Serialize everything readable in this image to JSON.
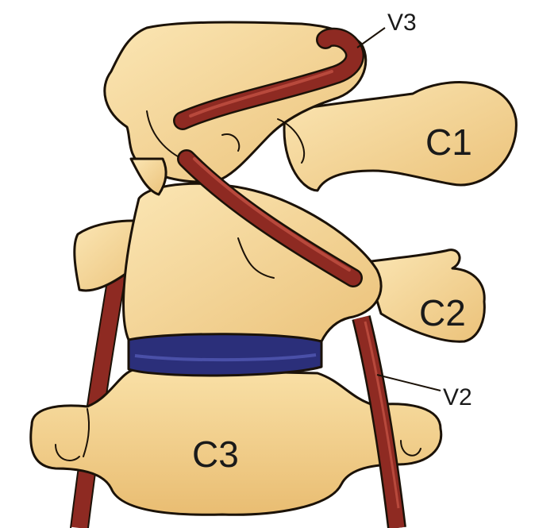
{
  "labels": {
    "c1": "C1",
    "c2": "C2",
    "c3": "C3",
    "v2": "V2",
    "v3": "V3"
  },
  "colors": {
    "bone": "#f6d89a",
    "bone_shade": "#e8bf72",
    "artery": "#8e2a22",
    "artery_highlight": "#b8493c",
    "disc": "#2b2f7a",
    "outline": "#1b1208",
    "background": "#ffffff"
  }
}
